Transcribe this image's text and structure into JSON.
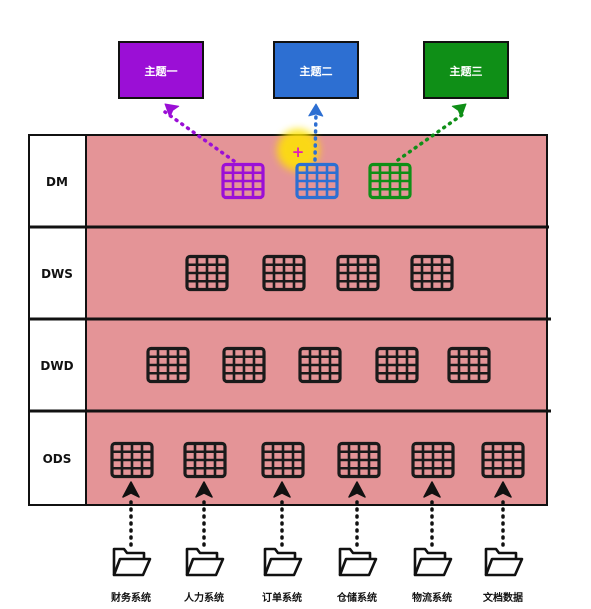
{
  "topics": [
    {
      "label": "主题一",
      "color": "#9b0fd6"
    },
    {
      "label": "主题二",
      "color": "#2d6fd2"
    },
    {
      "label": "主题三",
      "color": "#0f8f17"
    }
  ],
  "layers": [
    {
      "name": "DM",
      "table_count": 3
    },
    {
      "name": "DWS",
      "table_count": 4
    },
    {
      "name": "DWD",
      "table_count": 5
    },
    {
      "name": "ODS",
      "table_count": 6
    }
  ],
  "sources": [
    {
      "label": "财务系统"
    },
    {
      "label": "人力系统"
    },
    {
      "label": "订单系统"
    },
    {
      "label": "仓储系统"
    },
    {
      "label": "物流系统"
    },
    {
      "label": "文档数据"
    }
  ],
  "colors": {
    "layer_fill": "#e49497",
    "layer_label_fill": "#ffffff",
    "line": "#111111",
    "highlight": "#ffe400"
  },
  "icons": {
    "table": "table-grid-icon",
    "folder": "folder-icon",
    "arrow": "arrow-up-icon"
  }
}
